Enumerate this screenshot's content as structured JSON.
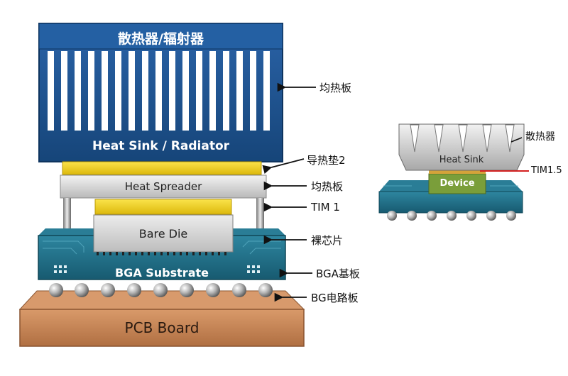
{
  "main_stack": {
    "heat_sink_title": "散热器/辐射器",
    "heat_sink_label": "Heat Sink / Radiator",
    "heat_spreader_label": "Heat Spreader",
    "bare_die_label": "Bare Die",
    "bga_substrate_label": "BGA Substrate",
    "pcb_board_label": "PCB Board"
  },
  "callouts": [
    "均热板",
    "导热垫2",
    "均热板",
    "TIM 1",
    "裸芯片",
    "BGA基板",
    "BG电路板"
  ],
  "inset": {
    "heat_sink_label": "Heat Sink",
    "device_label": "Device",
    "callout_heatsink": "散热器",
    "callout_tim": "TIM1.5"
  },
  "colors": {
    "heat_sink_blue": "#1d4f8f",
    "substrate_teal": "#1e6d86",
    "pcb_copper": "#c98756",
    "tim_yellow": "#f2d21b",
    "inset_tim_red": "#d42020"
  }
}
